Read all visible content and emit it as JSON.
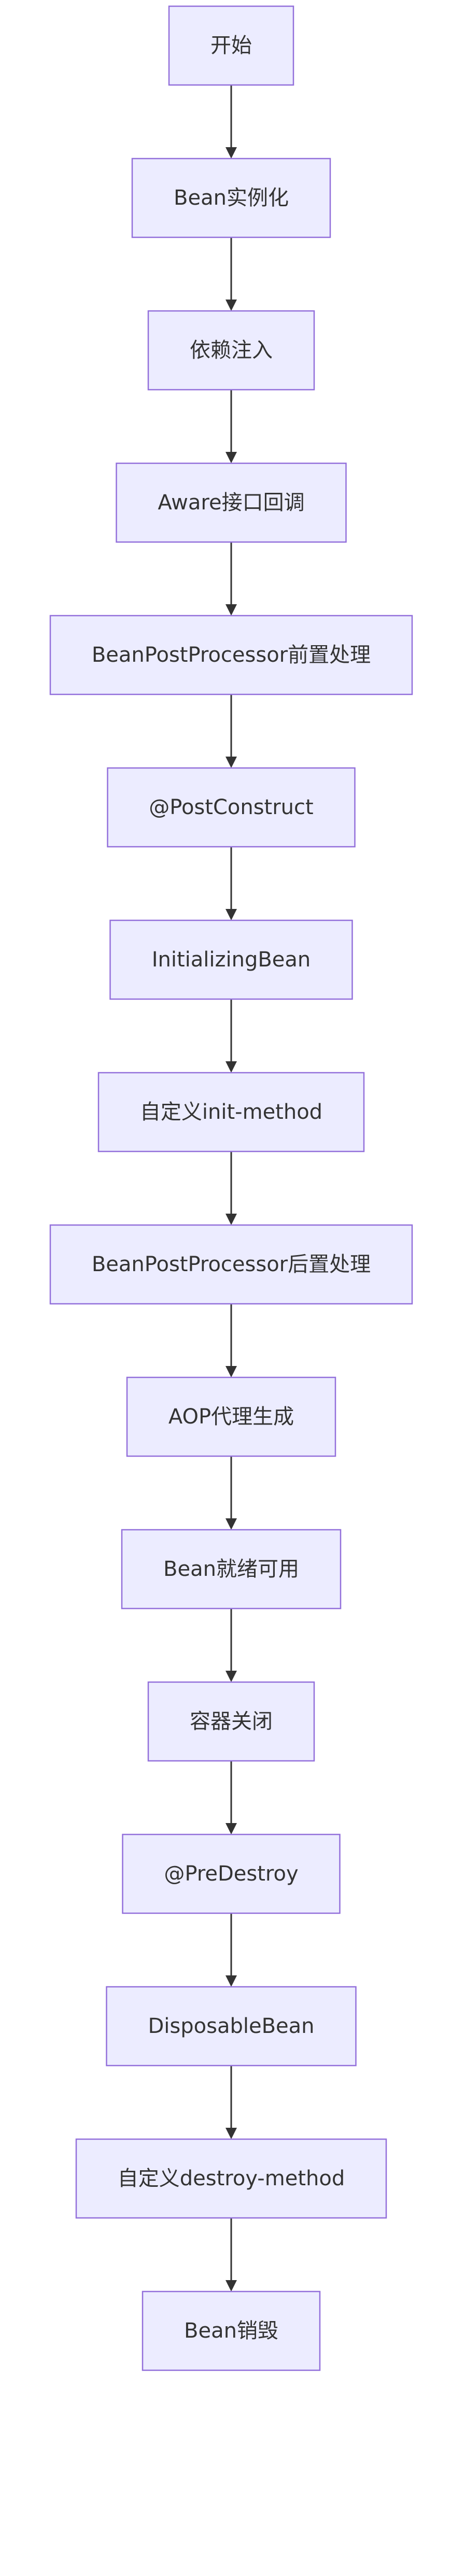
{
  "diagram": {
    "type": "flowchart",
    "direction": "top-down",
    "colors": {
      "node_fill": "#ECECFF",
      "node_border": "#9370DB",
      "text": "#333333",
      "edge": "#333333",
      "background": "#FFFFFF"
    },
    "nodes": [
      {
        "id": "start",
        "label": "开始"
      },
      {
        "id": "instantiate",
        "label": "Bean实例化"
      },
      {
        "id": "inject",
        "label": "依赖注入"
      },
      {
        "id": "aware",
        "label": "Aware接口回调"
      },
      {
        "id": "bpp_before",
        "label": "BeanPostProcessor前置处理"
      },
      {
        "id": "post_construct",
        "label": "@PostConstruct"
      },
      {
        "id": "initializing_bean",
        "label": "InitializingBean"
      },
      {
        "id": "init_method",
        "label": "自定义init-method"
      },
      {
        "id": "bpp_after",
        "label": "BeanPostProcessor后置处理"
      },
      {
        "id": "aop_proxy",
        "label": "AOP代理生成"
      },
      {
        "id": "ready",
        "label": "Bean就绪可用"
      },
      {
        "id": "container_close",
        "label": "容器关闭"
      },
      {
        "id": "pre_destroy",
        "label": "@PreDestroy"
      },
      {
        "id": "disposable_bean",
        "label": "DisposableBean"
      },
      {
        "id": "destroy_method",
        "label": "自定义destroy-method"
      },
      {
        "id": "destroyed",
        "label": "Bean销毁"
      }
    ],
    "edges": [
      {
        "from": "start",
        "to": "instantiate"
      },
      {
        "from": "instantiate",
        "to": "inject"
      },
      {
        "from": "inject",
        "to": "aware"
      },
      {
        "from": "aware",
        "to": "bpp_before"
      },
      {
        "from": "bpp_before",
        "to": "post_construct"
      },
      {
        "from": "post_construct",
        "to": "initializing_bean"
      },
      {
        "from": "initializing_bean",
        "to": "init_method"
      },
      {
        "from": "init_method",
        "to": "bpp_after"
      },
      {
        "from": "bpp_after",
        "to": "aop_proxy"
      },
      {
        "from": "aop_proxy",
        "to": "ready"
      },
      {
        "from": "ready",
        "to": "container_close"
      },
      {
        "from": "container_close",
        "to": "pre_destroy"
      },
      {
        "from": "pre_destroy",
        "to": "disposable_bean"
      },
      {
        "from": "disposable_bean",
        "to": "destroy_method"
      },
      {
        "from": "destroy_method",
        "to": "destroyed"
      }
    ]
  }
}
